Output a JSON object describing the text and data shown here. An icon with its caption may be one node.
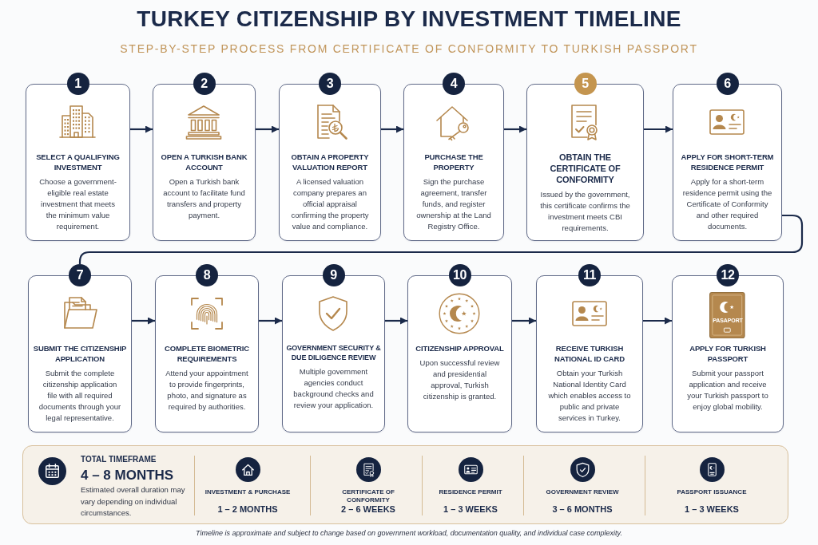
{
  "diagram": {
    "title": "TURKEY CITIZENSHIP BY INVESTMENT TIMELINE",
    "caption": "Timeline is approximate and subject to change based on government workload, documentation quality, and individual case complexity.",
    "nodes": [
      {
        "text": [
          "1",
          "SELECT A QUALIFYING INVESTMENT",
          "Choose a government-eligible real estate investment that meets the minimum value requirement."
        ]
      },
      {
        "text": [
          "2",
          "OPEN A TURKISH BANK ACCOUNT",
          "Open a Turkish bank account to facilitate fund transfers and property payment."
        ]
      },
      {
        "text": [
          "3",
          "OBTAIN A PROPERTY VALUATION REPORT",
          "A licensed valuation company prepares an official appraisal confirming the property value and compliance."
        ]
      },
      {
        "text": [
          "4",
          "PURCHASE THE PROPERTY",
          "Sign the purchase agreement, transfer funds, and register ownership at the Land Registry Office."
        ]
      },
      {
        "text": [
          "5",
          "OBTAIN THE CERTIFICATE OF CONFORMITY",
          "Issued by the government, this certificate confirms the investment meets CBI requirements."
        ]
      },
      {
        "text": [
          "6",
          "APPLY FOR SHORT-TERM RESIDENCE PERMIT",
          "Apply for a short-term residence permit using the Certificate of Conformity and other required documents."
        ]
      },
      {
        "text": [
          "7",
          "SUBMIT THE CITIZENSHIP APPLICATION",
          "Submit the complete citizenship application file with all required documents through your legal representative."
        ]
      },
      {
        "text": [
          "8",
          "COMPLETE BIOMETRIC REQUIREMENTS",
          "Attend your appointment to provide fingerprints, photo, and signature as required by authorities."
        ]
      },
      {
        "text": [
          "9",
          "GOVERNMENT SECURITY & DUE DILIGENCE REVIEW",
          "Multiple government agencies conduct background checks and review your application."
        ]
      },
      {
        "text": [
          "10",
          "CITIZENSHIP APPROVAL",
          "Upon successful review and presidential approval, Turkish citizenship is granted."
        ]
      },
      {
        "text": [
          "11",
          "RECEIVE TURKISH NATIONAL ID CARD",
          "Obtain your Turkish National Identity Card which enables access to public and private services in Turkey."
        ]
      },
      {
        "text": [
          "12",
          "APPLY FOR TURKISH PASSPORT",
          "Submit your passport application and receive your Turkish passport to enjoy global mobility."
        ]
      },
      {
        "text": [
          "TOTAL TIMEFRAME",
          "4 – 8 MONTHS",
          "Estimated overall duration may vary depending on individual circumstances.",
          "INVESTMENT & PURCHASE",
          "1 – 2 MONTHS",
          "CERTIFICATE OF CONFORMITY",
          "2 – 6 WEEKS",
          "RESIDENCE PERMIT",
          "1 – 3 WEEKS",
          "GOVERNMENT REVIEW",
          "3 – 6 MONTHS",
          "PASSPORT ISSUANCE",
          "1 – 3 WEEKS"
        ]
      }
    ],
    "edges": [
      {
        "from": 0,
        "to": 1,
        "arrow": "to"
      },
      {
        "from": 1,
        "to": 2,
        "arrow": "to"
      },
      {
        "from": 2,
        "to": 3,
        "arrow": "to"
      },
      {
        "from": 3,
        "to": 4,
        "arrow": "to"
      },
      {
        "from": 4,
        "to": 5,
        "arrow": "to"
      },
      {
        "from": 5,
        "to": 6,
        "arrow": "none"
      },
      {
        "from": 6,
        "to": 7,
        "arrow": "to"
      },
      {
        "from": 7,
        "to": 8,
        "arrow": "to"
      },
      {
        "from": 8,
        "to": 9,
        "arrow": "to"
      },
      {
        "from": 9,
        "to": 10,
        "arrow": "to"
      },
      {
        "from": 10,
        "to": 11,
        "arrow": "to"
      }
    ],
    "labels": [
      "STEP-BY-STEP PROCESS FROM CERTIFICATE OF CONFORMITY TO TURKISH PASSPORT",
      "PASAPORT"
    ]
  }
}
